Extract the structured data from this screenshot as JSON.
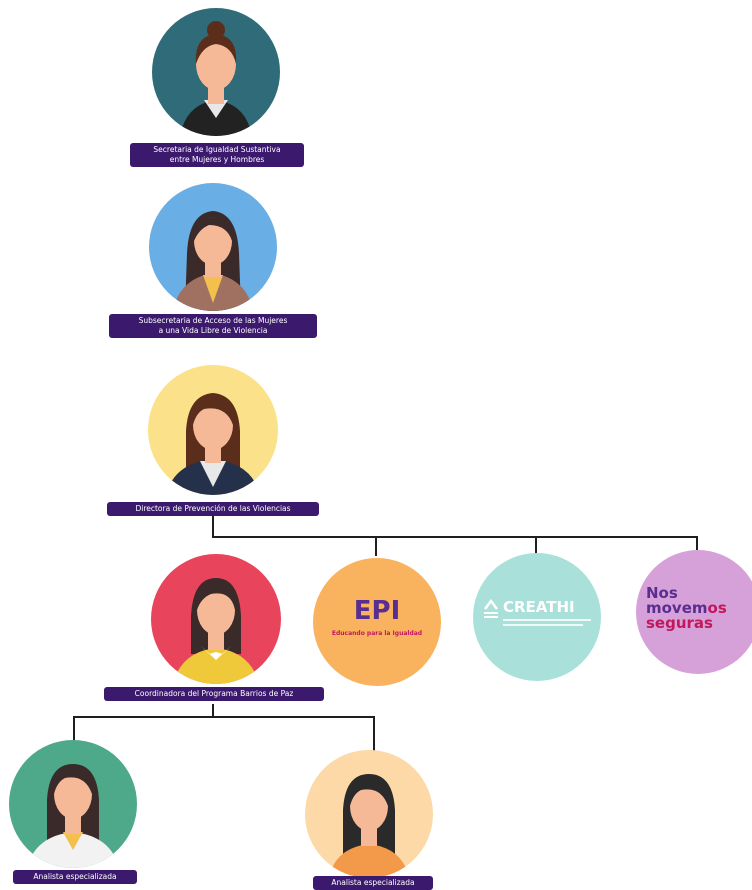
{
  "roles": [
    {
      "id": "secretaria",
      "label": "Secretaria de Igualdad Sustantiva\nentre Mujeres y Hombres",
      "circle_color": "#2f6b78"
    },
    {
      "id": "subsecretaria",
      "label": "Subsecretaria de Acceso de las Mujeres\na una Vida Libre de Violencia",
      "circle_color": "#6aaee6"
    },
    {
      "id": "directora",
      "label": "Directora de Prevención de las Violencias",
      "circle_color": "#fbe28a"
    },
    {
      "id": "coordinadora",
      "label": "Coordinadora del Programa Barrios de Paz",
      "circle_color": "#e8455d"
    },
    {
      "id": "analista1",
      "label": "Analista especializada",
      "circle_color": "#4ea98a"
    },
    {
      "id": "analista2",
      "label": "Analista especializada",
      "circle_color": "#fcd9a6"
    }
  ],
  "programs": [
    {
      "id": "epi",
      "title": "EPI",
      "subtitle": "Educando para la Igualdad",
      "circle_color": "#f9b25e",
      "text_color": "#5a2d91",
      "subtitle_color": "#c2185b"
    },
    {
      "id": "creathi",
      "title": "CREATHI",
      "circle_color": "#a9e1da",
      "text_color": "#ffffff"
    },
    {
      "id": "nos",
      "title_line1": "Nos",
      "title_line2": "movem",
      "title_o": "o",
      "title_s": "s",
      "title_line3": "seguras",
      "circle_color": "#d6a1d8",
      "text_color": "#5a2d91",
      "accent_color": "#c2185b"
    }
  ]
}
